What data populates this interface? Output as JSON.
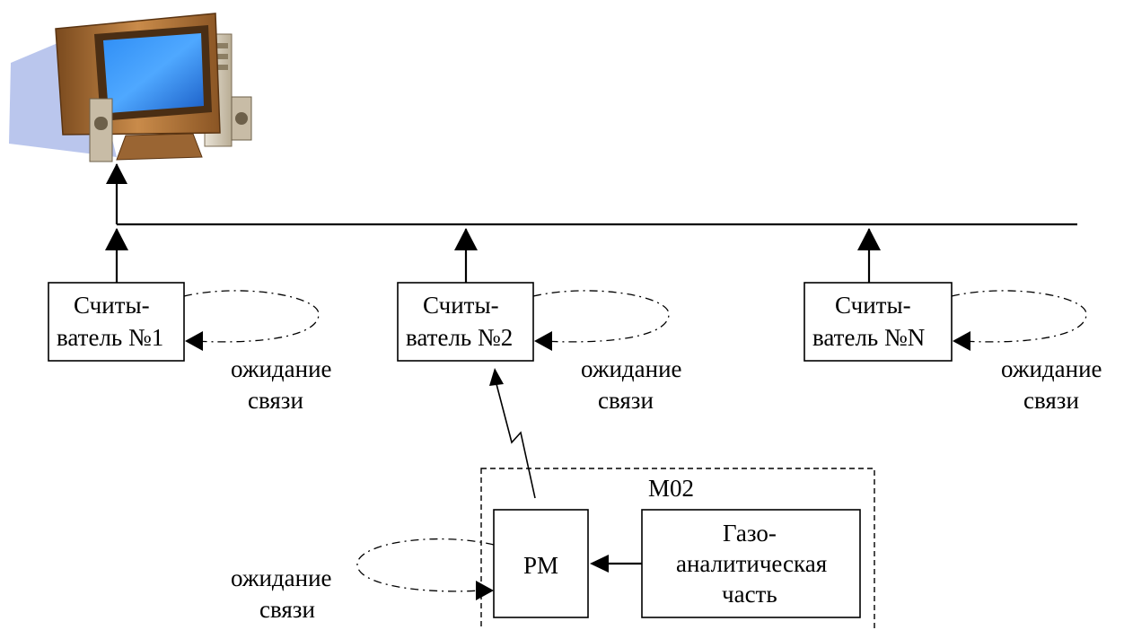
{
  "computer": {
    "icon": "computer-icon"
  },
  "readers": [
    {
      "line1": "Считы-",
      "line2": "ватель №1",
      "wait1": "ожидание",
      "wait2": "связи"
    },
    {
      "line1": "Считы-",
      "line2": "ватель №2",
      "wait1": "ожидание",
      "wait2": "связи"
    },
    {
      "line1": "Считы-",
      "line2": "ватель №N",
      "wait1": "ожидание",
      "wait2": "связи"
    }
  ],
  "module": {
    "title": "М02",
    "rm": "РМ",
    "gas1": "Газо-",
    "gas2": "аналитическая",
    "gas3": "часть",
    "wait1": "ожидание",
    "wait2": "связи"
  }
}
